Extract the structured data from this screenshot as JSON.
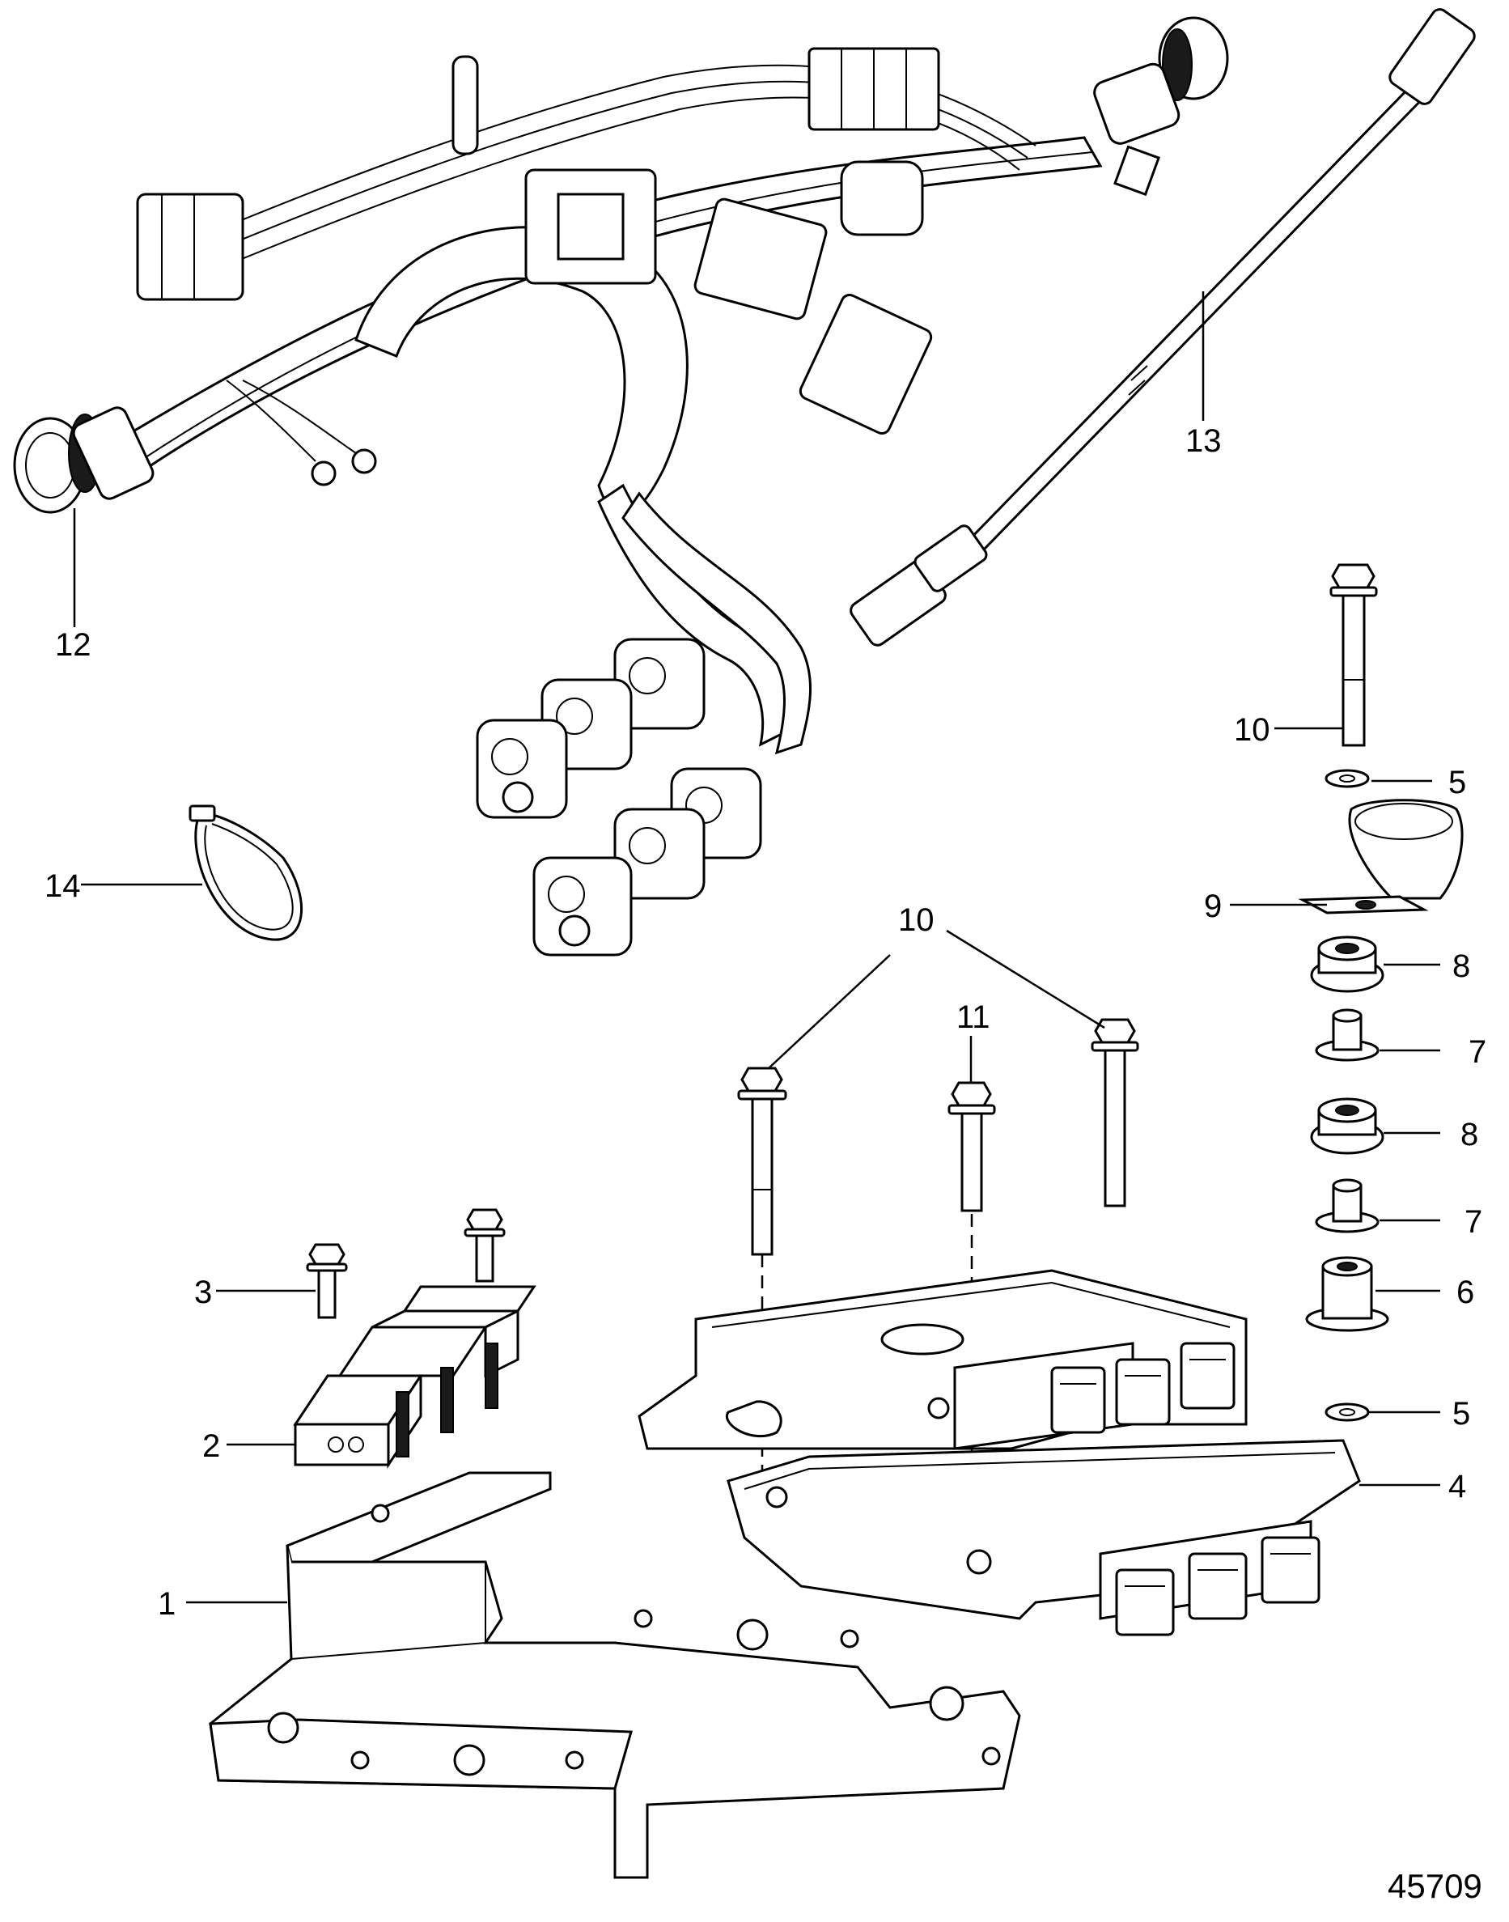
{
  "figure_number": "45709",
  "callouts": {
    "c1": "1",
    "c2": "2",
    "c3": "3",
    "c4": "4",
    "c5a": "5",
    "c5b": "5",
    "c6": "6",
    "c7a": "7",
    "c7b": "7",
    "c8a": "8",
    "c8b": "8",
    "c9": "9",
    "c10a": "10",
    "c10b": "10",
    "c11": "11",
    "c12": "12",
    "c13": "13",
    "c14": "14"
  },
  "icons": [
    "wiring-harness-icon",
    "ecm-module-icon",
    "mounting-bracket-icon",
    "bolt-icon",
    "cable-tie-icon",
    "washer-icon",
    "grommet-icon",
    "clamp-icon"
  ]
}
